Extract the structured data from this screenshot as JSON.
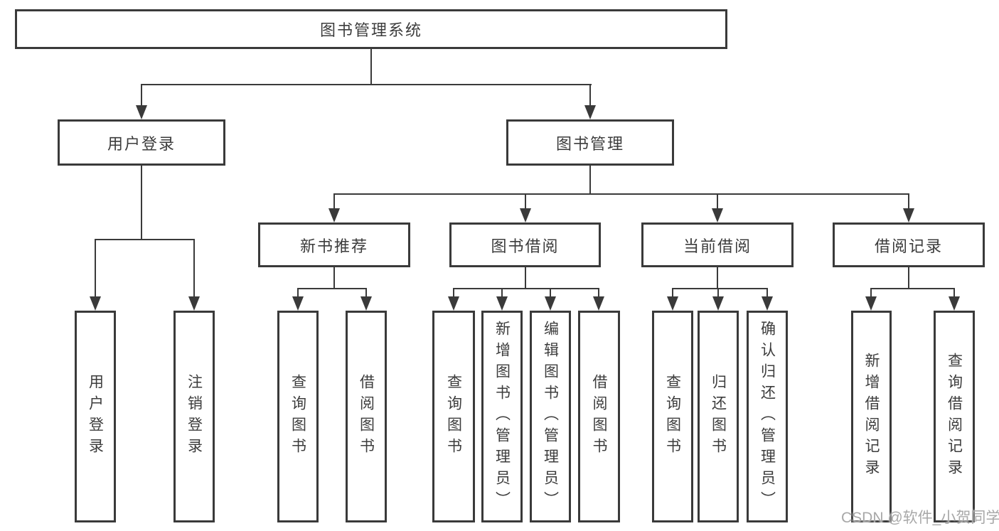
{
  "title": "图书管理系统",
  "watermark": "CSDN @软件_小贺同学",
  "colors": {
    "line": "#3a3a3a",
    "text": "#3c3c3c",
    "background": "#ffffff",
    "watermark": "#a8a8a8"
  },
  "nodes": {
    "root": {
      "label": "图书管理系统"
    },
    "user_login": {
      "label": "用户登录"
    },
    "book_mgmt": {
      "label": "图书管理"
    },
    "new_book_rec": {
      "label": "新书推荐"
    },
    "book_borrow": {
      "label": "图书借阅"
    },
    "current_borrow": {
      "label": "当前借阅"
    },
    "borrow_record": {
      "label": "借阅记录"
    },
    "leaf_user_login": {
      "label": "用户登录"
    },
    "leaf_logout": {
      "label": "注销登录"
    },
    "leaf_nbr_query": {
      "label": "查询图书"
    },
    "leaf_nbr_borrow": {
      "label": "借阅图书"
    },
    "leaf_bb_query": {
      "label": "查询图书"
    },
    "leaf_bb_add": {
      "label": "新增图书（管理员）"
    },
    "leaf_bb_edit": {
      "label": "编辑图书（管理员）"
    },
    "leaf_bb_borrow": {
      "label": "借阅图书"
    },
    "leaf_cb_query": {
      "label": "查询图书"
    },
    "leaf_cb_return": {
      "label": "归还图书"
    },
    "leaf_cb_confirm": {
      "label": "确认归还（管理员）"
    },
    "leaf_br_add": {
      "label": "新增借阅记录"
    },
    "leaf_br_query": {
      "label": "查询借阅记录"
    }
  },
  "hierarchy": {
    "图书管理系统": {
      "用户登录": [
        "用户登录",
        "注销登录"
      ],
      "图书管理": {
        "新书推荐": [
          "查询图书",
          "借阅图书"
        ],
        "图书借阅": [
          "查询图书",
          "新增图书（管理员）",
          "编辑图书（管理员）",
          "借阅图书"
        ],
        "当前借阅": [
          "查询图书",
          "归还图书",
          "确认归还（管理员）"
        ],
        "借阅记录": [
          "新增借阅记录",
          "查询借阅记录"
        ]
      }
    }
  }
}
